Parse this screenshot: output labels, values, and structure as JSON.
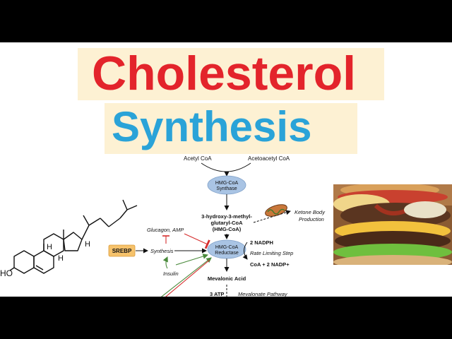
{
  "title": {
    "line1": "Cholesterol",
    "line2": "Synthesis"
  },
  "molecule": {
    "labels": {
      "hydroxyl": "HO",
      "h1": "H",
      "h2": "H",
      "h3": "H"
    }
  },
  "pathway": {
    "acetyl_coa": "Acetyl CoA",
    "acetoacetyl_coa": "Acetoacetyl CoA",
    "enzyme1": {
      "line1": "HMG-CoA",
      "line2": "Synthase"
    },
    "hmg_coa": {
      "line1": "3-hydroxy-3-methyl-",
      "line2": "glutaryl-CoA",
      "line3": "(HMG-CoA)"
    },
    "ketone": {
      "line1": "Ketone Body",
      "line2": "Production"
    },
    "enzyme2": {
      "line1": "HMG-CoA",
      "line2": "Reductase"
    },
    "nadph": "2 NADPH",
    "rate_limiting": "Rate Limiting Step",
    "coa_out": "CoA + 2 NADP+",
    "mevalonic_acid": "Mevalonic Acid",
    "atp": "3 ATP",
    "mevalonate_pathway": "Mevalonate Pathway",
    "srebp": "SREBP",
    "synthesis": "Synthesis",
    "glucagon_amp": "Glucagon, AMP",
    "insulin": "Insulin"
  },
  "colors": {
    "title_red": "#e3242b",
    "title_blue": "#2aa3d8",
    "title_band": "#fdf1d3",
    "enzyme_fill": "#a9c4e4",
    "srebp_fill": "#f6c26b",
    "inhibit_red": "#d62d2d",
    "activate_green": "#4a8a3c"
  }
}
